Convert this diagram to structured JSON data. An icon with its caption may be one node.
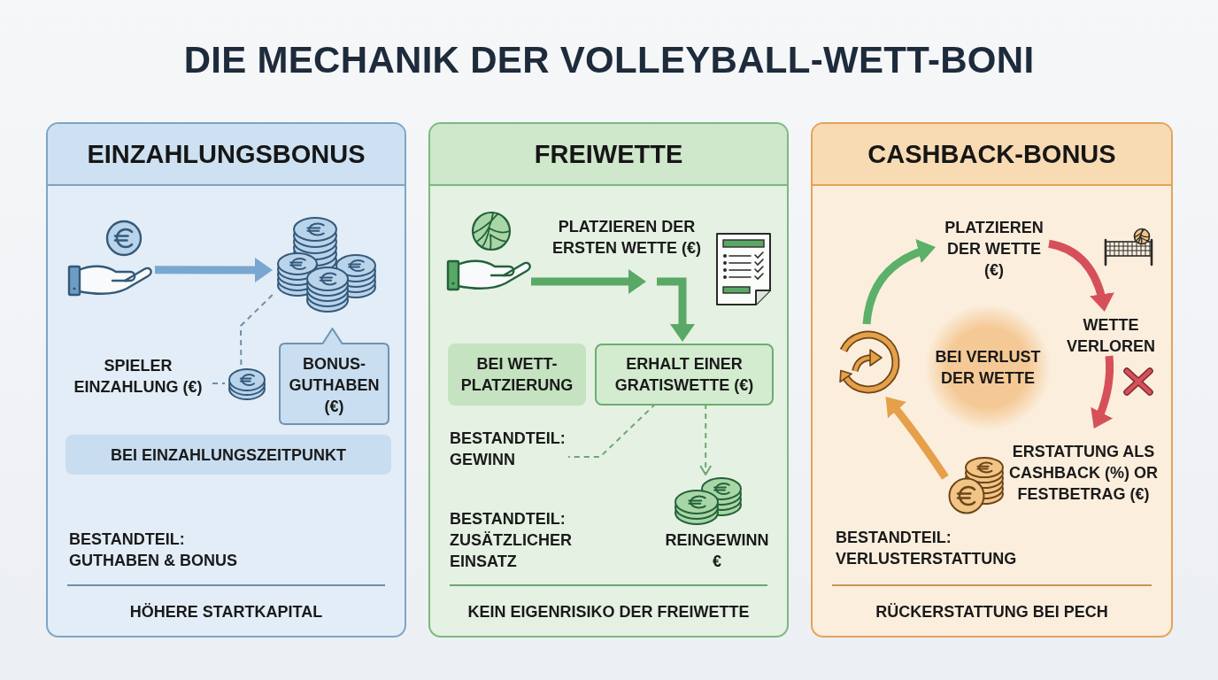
{
  "diagram": {
    "title": "DIE MECHANIK DER VOLLEYBALL-WETT-BONI",
    "nodes": [
      {
        "text": [
          "EINZAHLUNGSBONUS",
          "BESTANDTEIL: GUTHABEN & BONUS",
          "HÖHERE STARTKAPITAL"
        ]
      },
      {
        "text": [],
        "shape": "picture",
        "in": 0
      },
      {
        "text": [],
        "shape": "picture",
        "in": 0
      },
      {
        "text": [
          "SPIELER EINZAHLUNG (€)"
        ],
        "in": 0
      },
      {
        "text": [],
        "shape": "picture",
        "in": 0
      },
      {
        "text": [
          "BONUS-GUTHABEN (€)"
        ],
        "in": 0
      },
      {
        "text": [
          "BEI EINZAHLUNGSZEITPUNKT"
        ],
        "in": 0
      },
      {
        "text": [
          "FREIWETTE",
          "BESTANDTEIL: ZUSÄTZLICHER EINSATZ",
          "KEIN EIGENRISIKO DER FREIWETTE"
        ]
      },
      {
        "text": [],
        "shape": "picture",
        "in": 7
      },
      {
        "text": [
          "BEI WETT-PLATZIERUNG"
        ],
        "in": 7
      },
      {
        "text": [
          "ERHALT EINER GRATISWETTE (€)"
        ],
        "in": 7
      },
      {
        "text": [
          "BESTANDTEIL: GEWINN"
        ],
        "in": 7
      },
      {
        "text": [],
        "shape": "picture",
        "in": 7,
        "beside": [
          "REINGEWINN €"
        ]
      },
      {
        "text": [
          "CASHBACK-BONUS",
          "BESTANDTEIL: VERLUSTERSTATTUNG",
          "RÜCKERSTATTUNG BEI PECH"
        ]
      },
      {
        "text": [
          "PLATZIEREN DER WETTE (€)"
        ],
        "in": 13
      },
      {
        "text": [],
        "shape": "picture",
        "in": 13
      },
      {
        "text": [
          "BEI VERLUST DER WETTE"
        ],
        "in": 13
      },
      {
        "text": [
          "WETTE VERLOREN"
        ],
        "in": 13
      },
      {
        "text": [
          "ERSTATTUNG ALS CASHBACK (%) OR FESTBETRAG (€)"
        ],
        "in": 13
      },
      {
        "text": [],
        "shape": "picture",
        "in": 13
      }
    ],
    "edges": [
      {
        "from": 1,
        "to": 2,
        "arrow": "to",
        "color": "#7aa7cf"
      },
      {
        "from": 3,
        "to": 4,
        "arrow": "none",
        "style": "dashed",
        "color": "#6f8ea8"
      },
      {
        "from": 4,
        "to": 2,
        "arrow": "none",
        "style": "dashed",
        "color": "#6f8ea8"
      },
      {
        "from": 8,
        "to": null,
        "arrow": "to",
        "label": "PLATZIEREN DER ERSTEN WETTE (€)",
        "color": "#5aa865"
      },
      {
        "from": null,
        "to": 10,
        "arrow": "to",
        "color": "#5aa865"
      },
      {
        "from": 10,
        "to": 11,
        "arrow": "none",
        "style": "dashed",
        "color": "#6aa874"
      },
      {
        "from": 10,
        "to": 12,
        "arrow": "to",
        "style": "dashed",
        "color": "#6aa874"
      },
      {
        "from": 15,
        "to": 14,
        "arrow": "to",
        "color": "#5cb06a"
      },
      {
        "from": 14,
        "to": 17,
        "arrow": "to",
        "color": "#d6505a"
      },
      {
        "from": 17,
        "to": 18,
        "arrow": "to",
        "color": "#d6505a"
      },
      {
        "from": 19,
        "to": 15,
        "arrow": "to",
        "color": "#e6a04a"
      }
    ]
  }
}
